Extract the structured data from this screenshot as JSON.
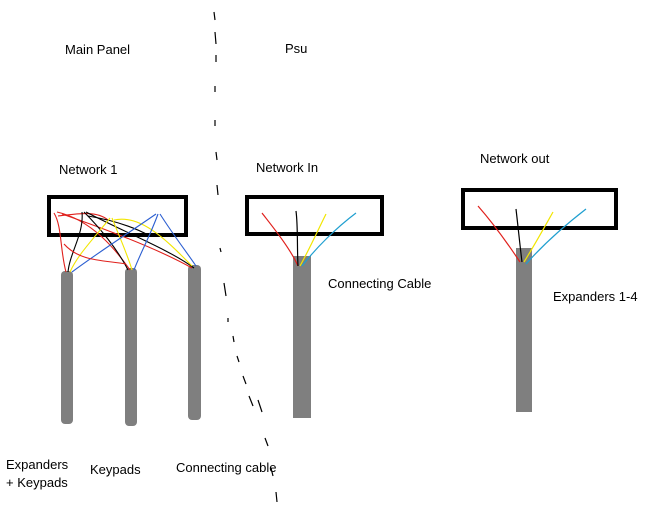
{
  "labels": {
    "main_panel": "Main Panel",
    "psu": "Psu",
    "network_1": "Network 1",
    "network_in": "Network In",
    "network_out": "Network out",
    "connecting_cable_right": "Connecting Cable",
    "expanders_1_4": "Expanders 1-4",
    "expanders_keypads_line1": "Expanders",
    "expanders_keypads_line2": "+ Keypads",
    "keypads": "Keypads",
    "connecting_cable_bottom": "Connecting cable"
  },
  "colors": {
    "terminal_border": "#000000",
    "cable": "#7f7f7f",
    "wire_red": "#e0201c",
    "wire_black": "#000000",
    "wire_yellow": "#f2e600",
    "wire_blue": "#2c5fd1",
    "wire_cyan": "#1f9fd0",
    "divider": "#000000"
  }
}
